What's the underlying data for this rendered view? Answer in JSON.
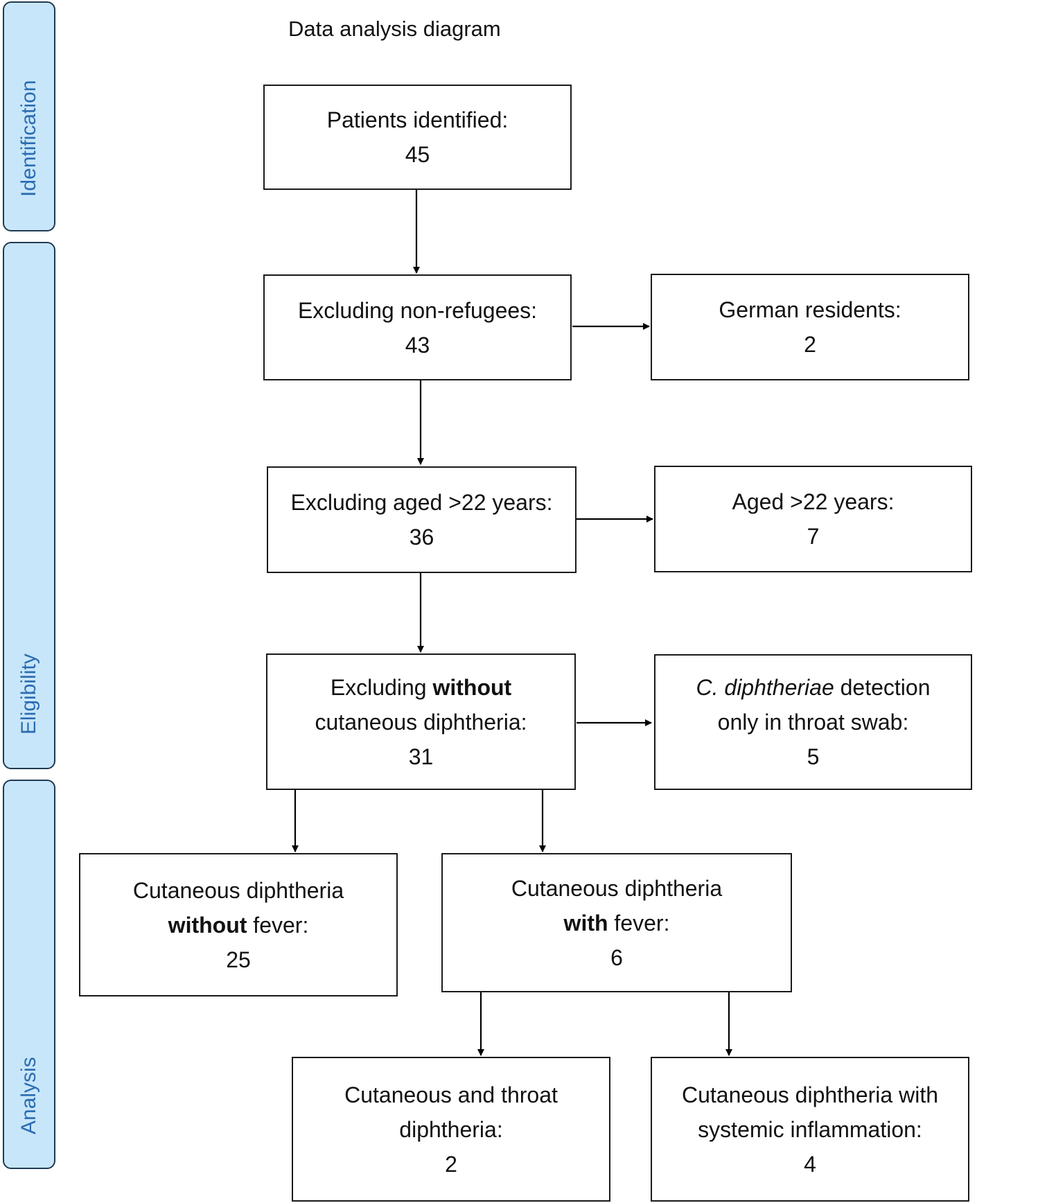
{
  "title": "Data analysis diagram",
  "stages": {
    "identification": "Identification",
    "eligibility": "Eligibility",
    "analysis": "Analysis"
  },
  "boxes": {
    "identified": {
      "label": "Patients identified:",
      "count": "45"
    },
    "non_refugees": {
      "label": "Excluding non-refugees:",
      "count": "43"
    },
    "german": {
      "label": "German residents:",
      "count": "2"
    },
    "aged_excl": {
      "label": "Excluding aged >22 years:",
      "count": "36"
    },
    "aged": {
      "label": "Aged >22 years:",
      "count": "7"
    },
    "without_cd": {
      "pre": "Excluding ",
      "bold": "without",
      "line2": "cutaneous diphtheria:",
      "count": "31"
    },
    "throat_only": {
      "italic": "C. diphtheriae",
      "post": " detection",
      "line2": "only in throat swab:",
      "count": "5"
    },
    "no_fever": {
      "line1": "Cutaneous diphtheria",
      "bold": "without",
      "post": " fever:",
      "count": "25"
    },
    "fever": {
      "line1": "Cutaneous diphtheria",
      "bold": "with",
      "post": " fever:",
      "count": "6"
    },
    "throat": {
      "line1": "Cutaneous and throat",
      "line2": "diphtheria:",
      "count": "2"
    },
    "systemic": {
      "line1": "Cutaneous diphtheria with",
      "line2": "systemic inflammation:",
      "count": "4"
    }
  }
}
